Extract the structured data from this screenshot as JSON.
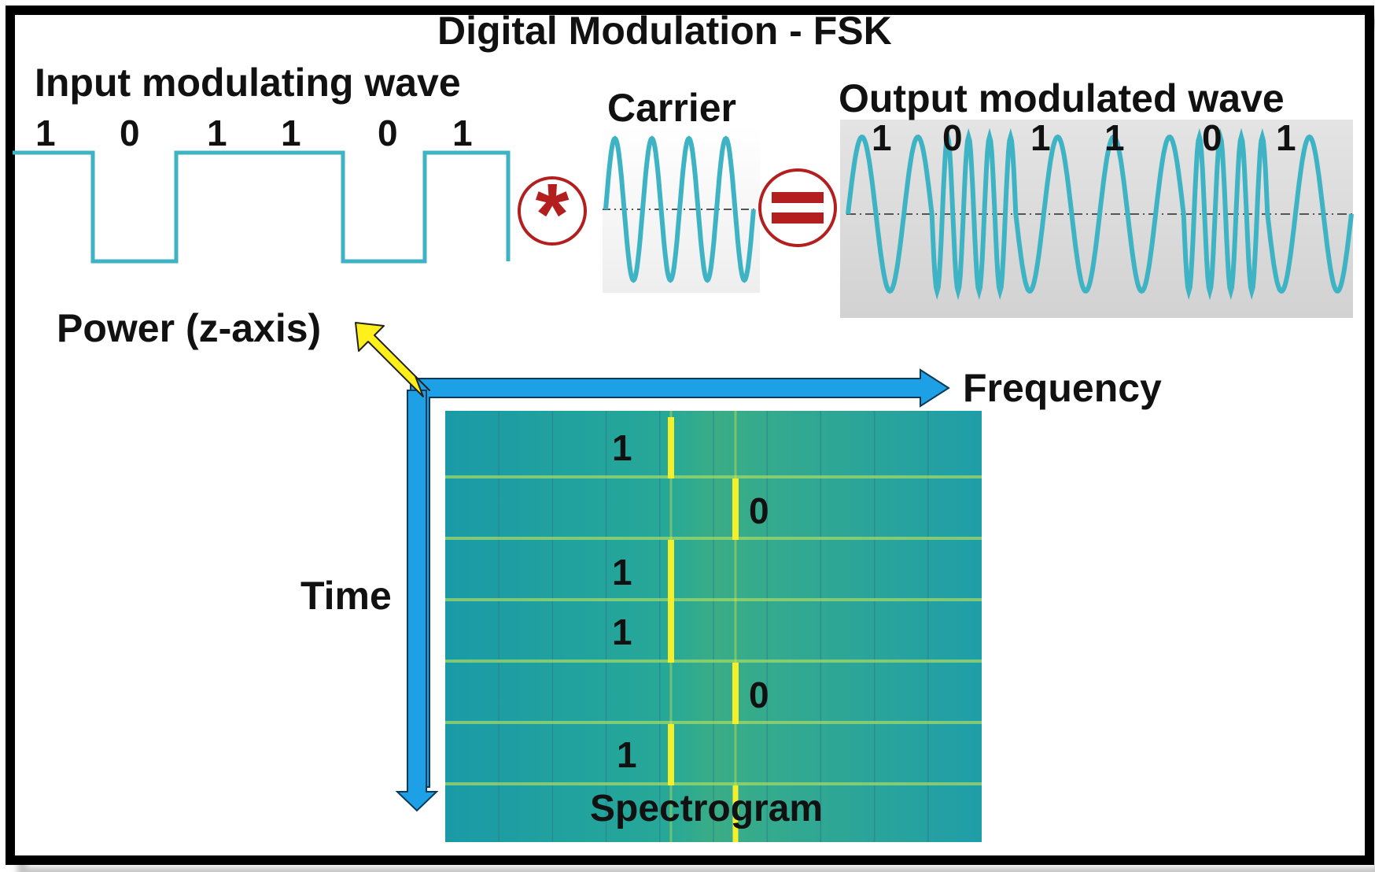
{
  "title": "Digital Modulation - FSK",
  "input_label": "Input modulating wave",
  "carrier_label": "Carrier",
  "output_label": "Output modulated wave",
  "bits": [
    "1",
    "0",
    "1",
    "1",
    "0",
    "1"
  ],
  "operators": {
    "multiply": "*",
    "equals": "="
  },
  "axes": {
    "power": "Power (z-axis)",
    "frequency": "Frequency",
    "time": "Time"
  },
  "spectrogram_label": "Spectrogram",
  "colors": {
    "wave": "#3eb3c4",
    "operator": "#b31f1f",
    "axis_arrow": "#1ea0e6",
    "power_arrow": "#ffef1a",
    "spectrogram_bg": "#1fa3a0",
    "spectrogram_line": "#f4ef2a",
    "output_panel": "#dcdcdc"
  }
}
